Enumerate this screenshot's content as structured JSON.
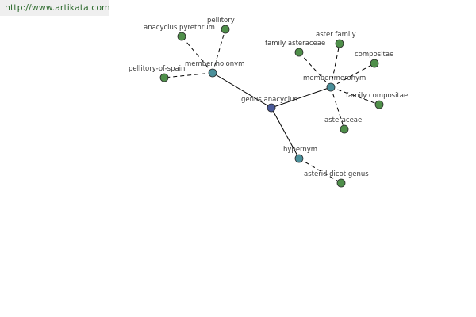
{
  "banner": {
    "url_text": "http://www.artikata.com"
  },
  "colors": {
    "center": "#4a5a9a",
    "relation": "#4a8f9a",
    "leaf": "#4f8f4a",
    "edge": "#000000"
  },
  "graph": {
    "nodes": [
      {
        "id": "genus-anacyclus",
        "label": "genus anacyclus",
        "kind": "center"
      },
      {
        "id": "member-holonym",
        "label": "member holonym",
        "kind": "relation"
      },
      {
        "id": "member-meronym",
        "label": "member meronym",
        "kind": "relation"
      },
      {
        "id": "hypernym",
        "label": "hypernym",
        "kind": "relation"
      },
      {
        "id": "anacyclus-pyrethrum",
        "label": "anacyclus pyrethrum",
        "kind": "leaf"
      },
      {
        "id": "pellitory",
        "label": "pellitory",
        "kind": "leaf"
      },
      {
        "id": "pellitory-of-spain",
        "label": "pellitory-of-spain",
        "kind": "leaf"
      },
      {
        "id": "family-asteraceae",
        "label": "family asteraceae",
        "kind": "leaf"
      },
      {
        "id": "aster-family",
        "label": "aster family",
        "kind": "leaf"
      },
      {
        "id": "compositae",
        "label": "compositae",
        "kind": "leaf"
      },
      {
        "id": "family-compositae",
        "label": "family compositae",
        "kind": "leaf"
      },
      {
        "id": "asteraceae",
        "label": "asteraceae",
        "kind": "leaf"
      },
      {
        "id": "asterid-dicot-genus",
        "label": "asterid dicot genus",
        "kind": "leaf"
      }
    ],
    "edges": [
      {
        "from": "genus-anacyclus",
        "to": "member-holonym",
        "style": "solid"
      },
      {
        "from": "genus-anacyclus",
        "to": "member-meronym",
        "style": "solid"
      },
      {
        "from": "genus-anacyclus",
        "to": "hypernym",
        "style": "solid"
      },
      {
        "from": "member-holonym",
        "to": "anacyclus-pyrethrum",
        "style": "dashed"
      },
      {
        "from": "member-holonym",
        "to": "pellitory",
        "style": "dashed"
      },
      {
        "from": "member-holonym",
        "to": "pellitory-of-spain",
        "style": "dashed"
      },
      {
        "from": "member-meronym",
        "to": "family-asteraceae",
        "style": "dashed"
      },
      {
        "from": "member-meronym",
        "to": "aster-family",
        "style": "dashed"
      },
      {
        "from": "member-meronym",
        "to": "compositae",
        "style": "dashed"
      },
      {
        "from": "member-meronym",
        "to": "family-compositae",
        "style": "dashed"
      },
      {
        "from": "member-meronym",
        "to": "asteraceae",
        "style": "dashed"
      },
      {
        "from": "hypernym",
        "to": "asterid-dicot-genus",
        "style": "dashed"
      }
    ]
  }
}
